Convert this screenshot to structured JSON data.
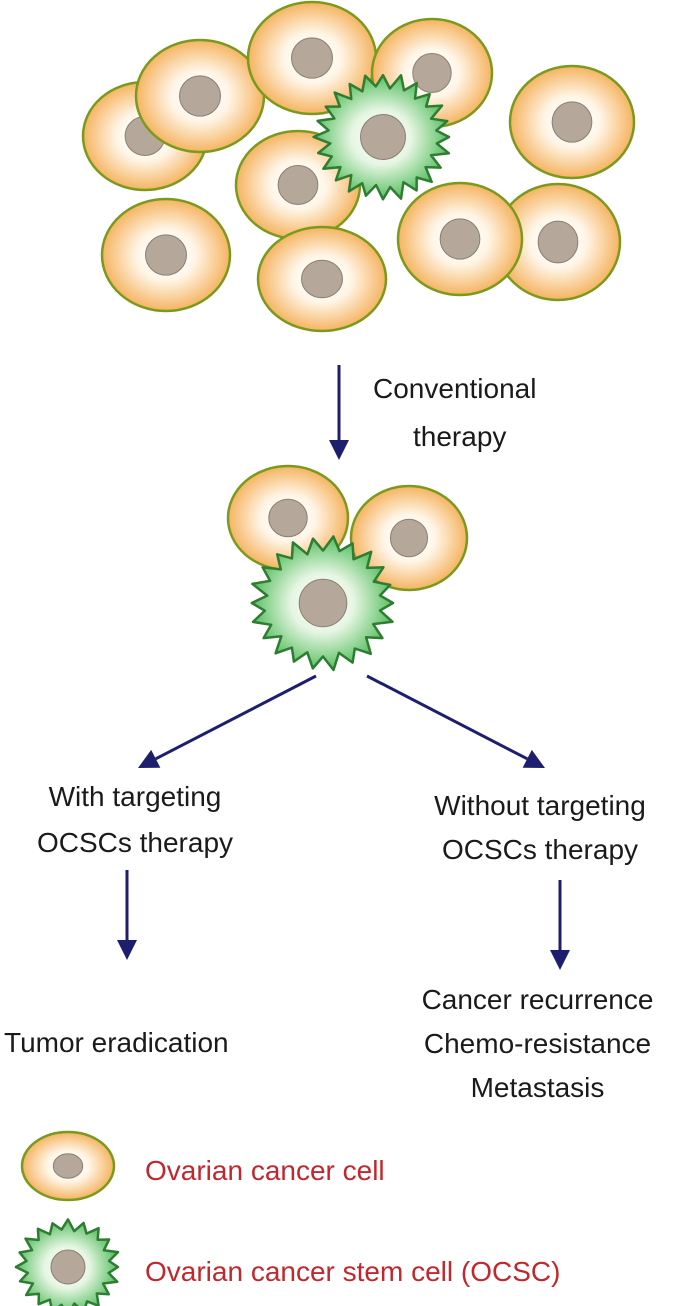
{
  "colors": {
    "cancer_cell_fill": "#f5b461",
    "cancer_cell_stroke": "#7a9a1e",
    "stem_cell_fill": "#3fb54a",
    "stem_cell_stroke": "#2e7d32",
    "nucleus": "#b5a89a",
    "arrow": "#1e1e6e",
    "legend_text": "#c0282e"
  },
  "steps": {
    "conventional_line1": "Conventional",
    "conventional_line2": "therapy",
    "with_line1": "With targeting",
    "with_line2": "OCSCs therapy",
    "without_line1": "Without targeting",
    "without_line2": "OCSCs therapy",
    "outcome_with": "Tumor eradication",
    "outcome_without_1": "Cancer recurrence",
    "outcome_without_2": "Chemo-resistance",
    "outcome_without_3": "Metastasis"
  },
  "legend": {
    "cancer_cell": "Ovarian cancer cell",
    "stem_cell": "Ovarian cancer stem cell (OCSC)"
  }
}
